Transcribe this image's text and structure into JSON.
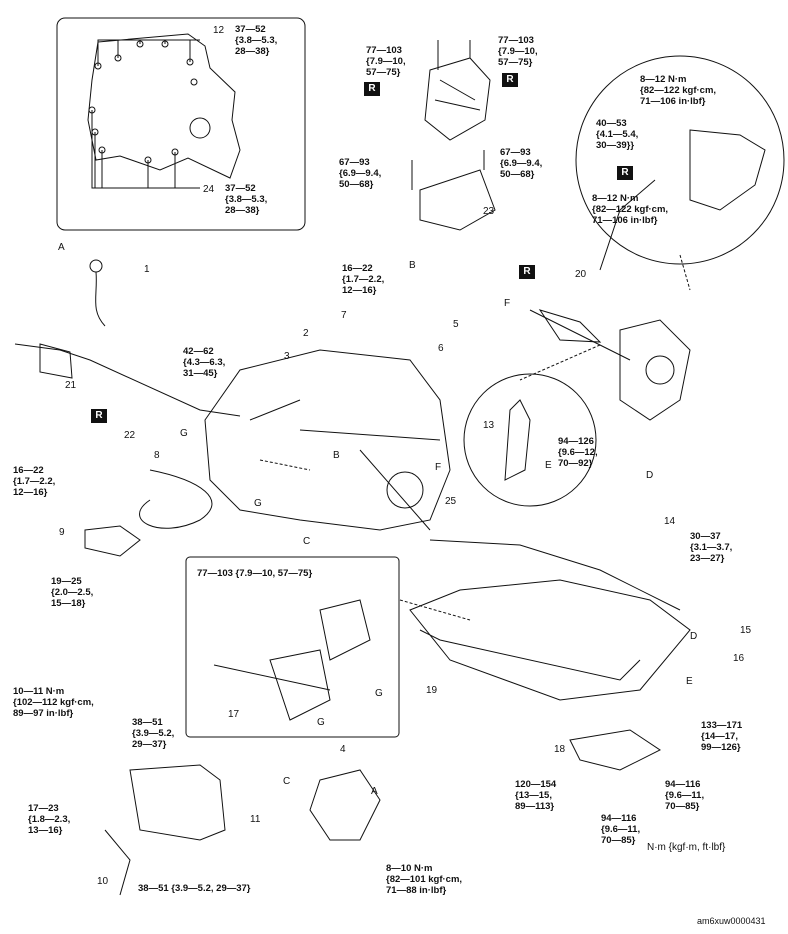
{
  "callouts": {
    "c1": "1",
    "c2": "2",
    "c3": "3",
    "c4": "4",
    "c5": "5",
    "c6": "6",
    "c7": "7",
    "c8": "8",
    "c9": "9",
    "c10": "10",
    "c11": "11",
    "c12": "12",
    "c13": "13",
    "c14": "14",
    "c15": "15",
    "c16": "16",
    "c17": "17",
    "c18": "18",
    "c19": "19",
    "c20": "20",
    "c21": "21",
    "c22": "22",
    "c23": "23",
    "c24": "24",
    "c25": "25"
  },
  "refs": {
    "A": "A",
    "B": "B",
    "C": "C",
    "D": "D",
    "E": "E",
    "F": "F",
    "G": "G"
  },
  "replace_mark": "R",
  "torques": {
    "t12": "37—52\n{3.8—5.3,\n28—38}",
    "t24": "37—52\n{3.8—5.3,\n28—38}",
    "t_mount_left": "77—103\n{7.9—10,\n57—75}",
    "t_mount_right": "77—103\n{7.9—10,\n57—75}",
    "t_bracket_left": "67—93\n{6.9—9.4,\n50—68}",
    "t_bracket_right": "67—93\n{6.9—9.4,\n50—68}",
    "t_knuckle_top": "8—12 N·m\n{82—122 kgf·cm,\n71—106 in·lbf}",
    "t_knuckle_mid": "40—53\n{4.1—5.4,\n30—39}}",
    "t_knuckle_bot": "8—12 N·m\n{82—122 kgf·cm,\n71—106 in·lbf}",
    "t_cable": "16—22\n{1.7—2.2,\n12—16}",
    "t_bearing": "42—62\n{4.3—6.3,\n31—45}",
    "t_bracket8": "16—22\n{1.7—2.2,\n12—16}",
    "t_fork": "94—126\n{9.6—12,\n70—92}",
    "t_rod": "30—37\n{3.1—3.7,\n23—27}",
    "t_slave": "19—25\n{2.0—2.5,\n15—18}",
    "t_inset": "77—103 {7.9—10, 57—75}",
    "t_starter_clip": "10—11 N·m\n{102—112 kgf·cm,\n89—97 in·lbf}",
    "t_starter_top": "38—51\n{3.9—5.2,\n29—37}",
    "t_starter_left": "17—23\n{1.8—2.3,\n13—16}",
    "t_starter_bot": "38—51 {3.9—5.2, 29—37}",
    "t_bracket4": "8—10 N·m\n{82—101 kgf·cm,\n71—88 in·lbf}",
    "t_member_a": "133—171\n{14—17,\n99—126}",
    "t_member_b": "120—154\n{13—15,\n89—113}",
    "t_member_c": "94—116\n{9.6—11,\n70—85}",
    "t_member_d": "94—116\n{9.6—11,\n70—85}"
  },
  "units_legend": "N·m {kgf·m, ft·lbf}",
  "figure_code": "am6xuw0000431",
  "colors": {
    "line": "#111111",
    "background": "#ffffff",
    "mark_fill": "#111111"
  }
}
